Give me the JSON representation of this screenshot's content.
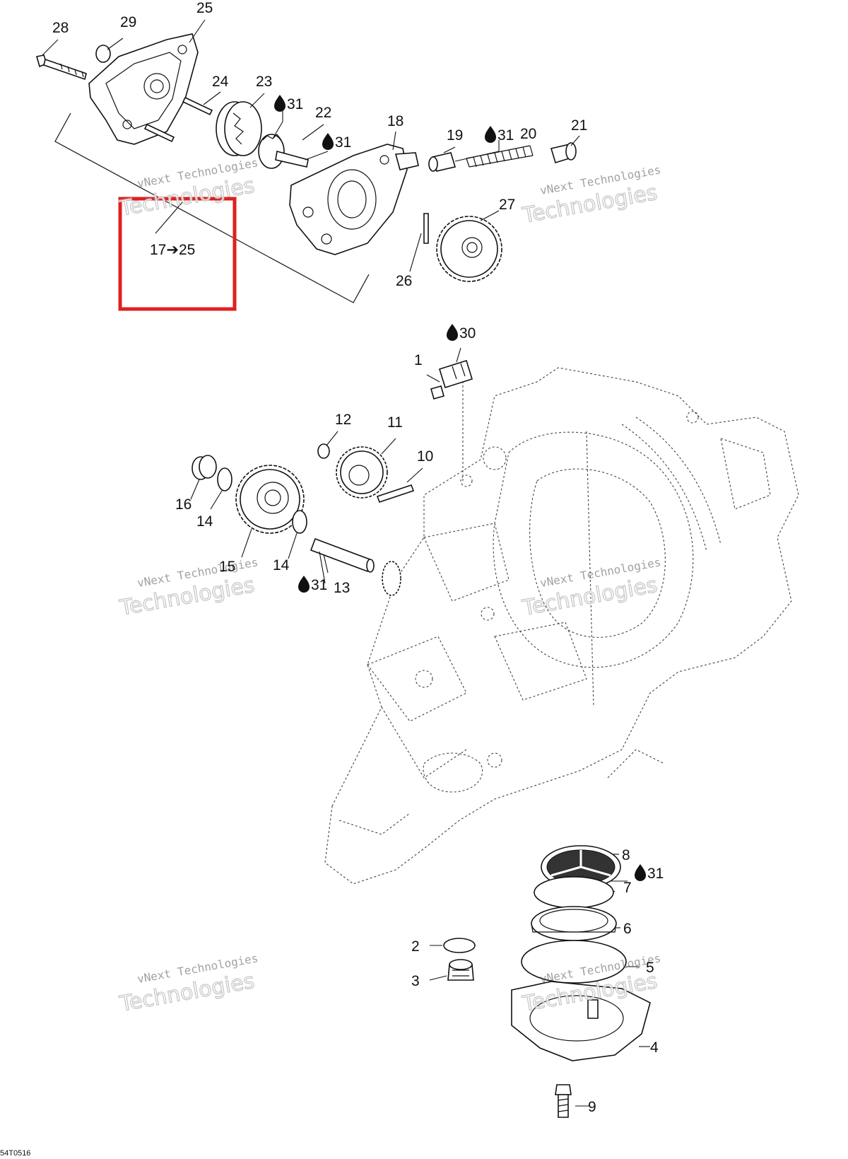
{
  "callouts": {
    "c1": "1",
    "c2": "2",
    "c3": "3",
    "c4": "4",
    "c5": "5",
    "c6": "6",
    "c7": "7",
    "c8": "8",
    "c9": "9",
    "c10": "10",
    "c11": "11",
    "c12": "12",
    "c13": "13",
    "c14a": "14",
    "c14b": "14",
    "c15": "15",
    "c16": "16",
    "c18": "18",
    "c19": "19",
    "c20": "20",
    "c21": "21",
    "c22": "22",
    "c23": "23",
    "c24": "24",
    "c25": "25",
    "c26": "26",
    "c27": "27",
    "c28": "28",
    "c29": "29"
  },
  "lubricant_marks": {
    "m1": "31",
    "m2": "31",
    "m3": "31",
    "m4": "31",
    "m5": "31",
    "m6": "30"
  },
  "sub_assembly_label": "17➔25",
  "watermark": {
    "line1": "vNext Technologies",
    "line2": "Technologies"
  },
  "figure_code": "54T0516",
  "colors": {
    "highlight": "#e02020",
    "ink": "#111111",
    "watermark": "#bbbbbb"
  },
  "icons": {
    "lubricant": "oil-drop-icon"
  }
}
